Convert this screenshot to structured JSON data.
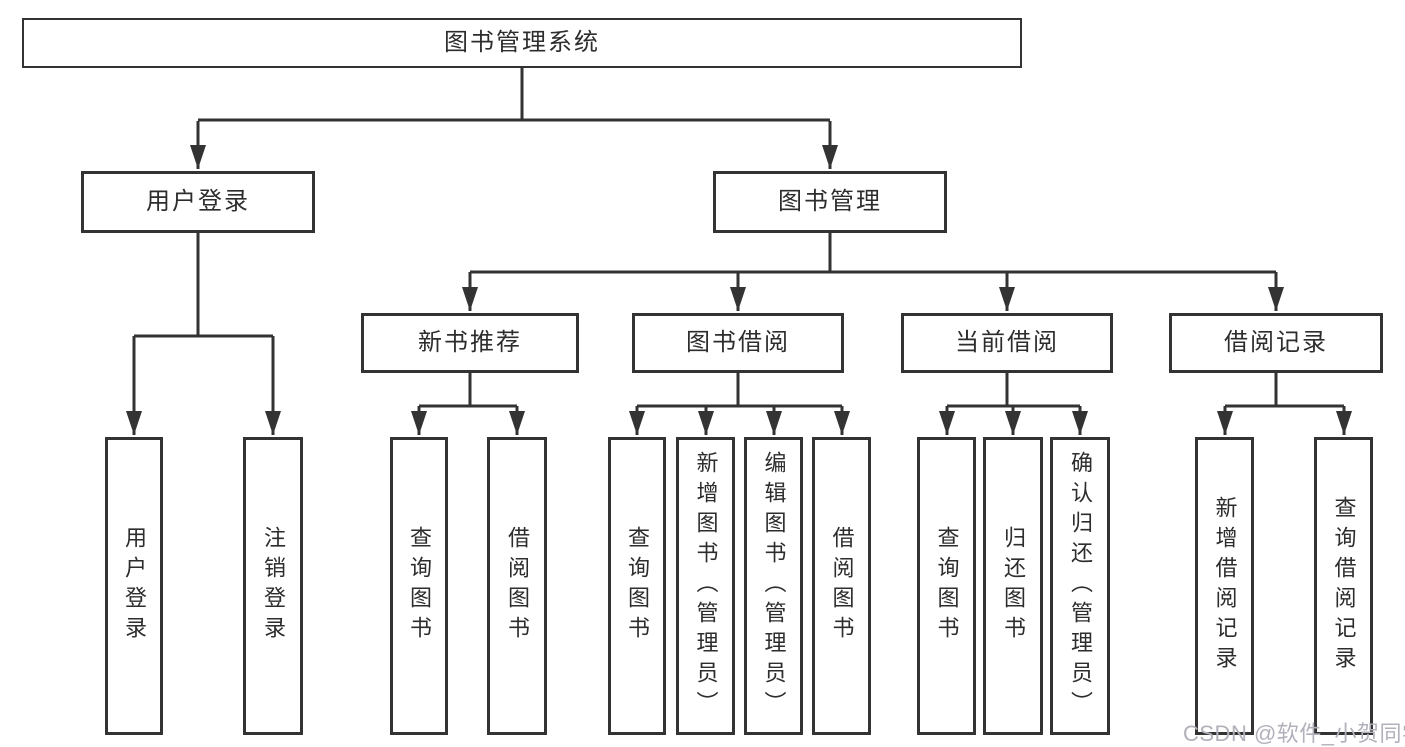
{
  "diagram": {
    "type": "hierarchy-tree",
    "tree": {
      "label": "图书管理系统",
      "children": [
        {
          "label": "用户登录",
          "children": [
            {
              "label": "用户登录"
            },
            {
              "label": "注销登录"
            }
          ]
        },
        {
          "label": "图书管理",
          "children": [
            {
              "label": "新书推荐",
              "children": [
                {
                  "label": "查询图书"
                },
                {
                  "label": "借阅图书"
                }
              ]
            },
            {
              "label": "图书借阅",
              "children": [
                {
                  "label": "查询图书"
                },
                {
                  "label": "新增图书（管理员）"
                },
                {
                  "label": "编辑图书（管理员）"
                },
                {
                  "label": "借阅图书"
                }
              ]
            },
            {
              "label": "当前借阅",
              "children": [
                {
                  "label": "查询图书"
                },
                {
                  "label": "归还图书"
                },
                {
                  "label": "确认归还（管理员）"
                }
              ]
            },
            {
              "label": "借阅记录",
              "children": [
                {
                  "label": "新增借阅记录"
                },
                {
                  "label": "查询借阅记录"
                }
              ]
            }
          ]
        }
      ]
    }
  },
  "watermark": {
    "text": "CSDN @软件_小贺同学"
  },
  "colors": {
    "line": "#333333",
    "box_border": "#333333",
    "text": "#2d2d2d",
    "background": "#ffffff",
    "watermark": "#b1b1bb"
  }
}
